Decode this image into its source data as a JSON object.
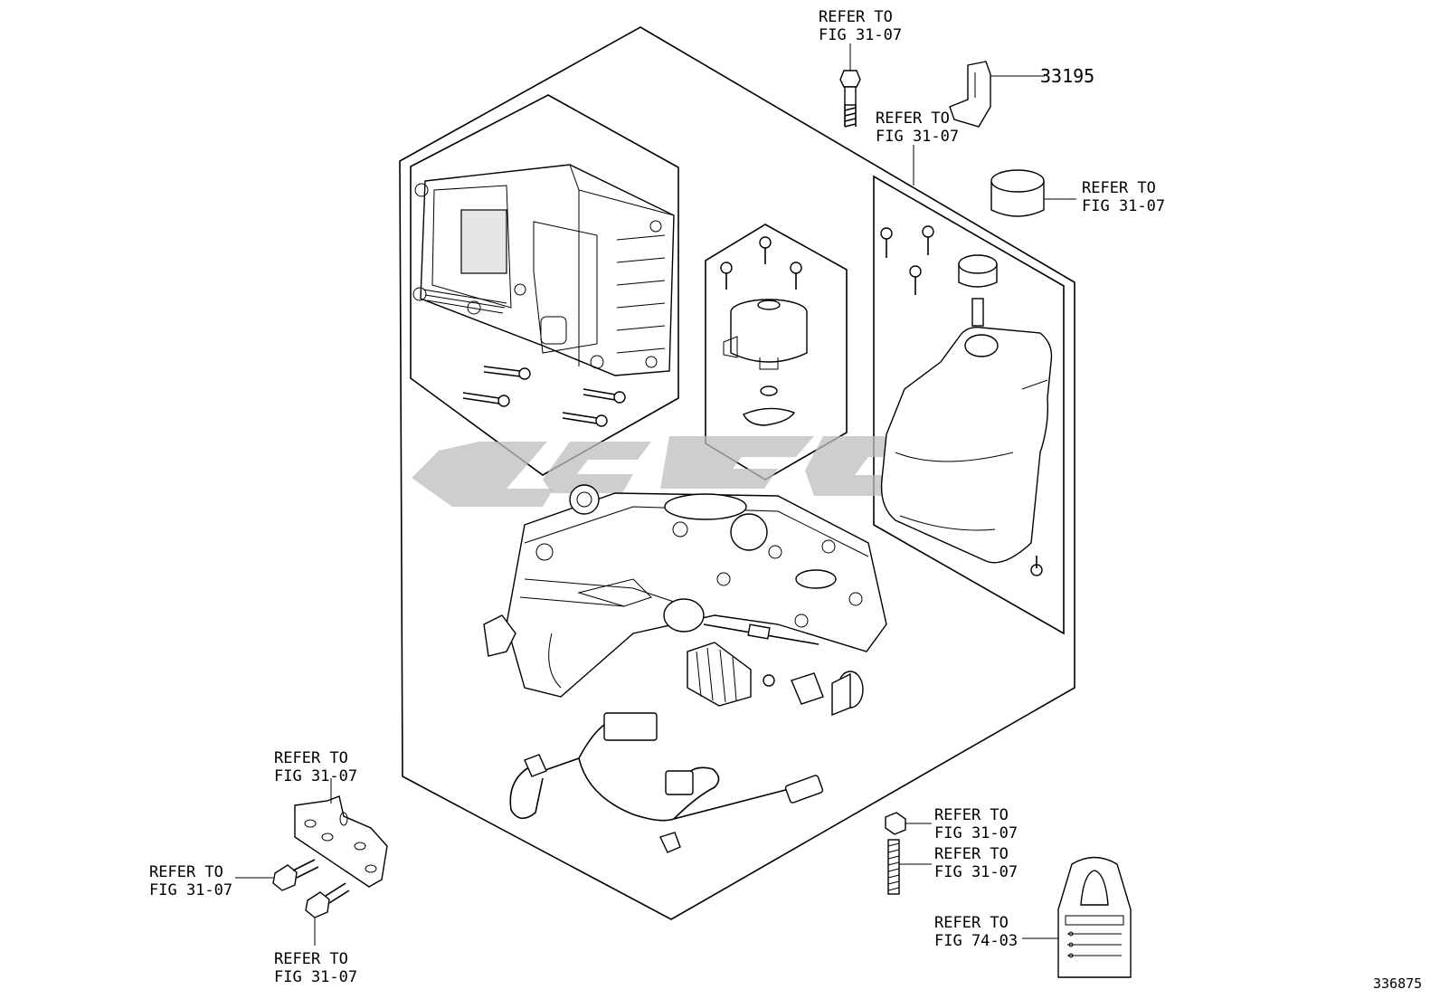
{
  "diagram_id": "336875",
  "part_number_label": "33195",
  "callouts": {
    "top_bolt": {
      "line1": "REFER TO",
      "line2": "FIG 31-07"
    },
    "bracket_33195": {
      "line1": "REFER TO",
      "line2": "FIG 31-07"
    },
    "cap": {
      "line1": "REFER TO",
      "line2": "FIG 31-07"
    },
    "plate": {
      "line1": "REFER TO",
      "line2": "FIG 31-07"
    },
    "left_bolt": {
      "line1": "REFER TO",
      "line2": "FIG 31-07"
    },
    "bottom_bolt": {
      "line1": "REFER TO",
      "line2": "FIG 31-07"
    },
    "nut": {
      "line1": "REFER TO",
      "line2": "FIG 31-07"
    },
    "stud": {
      "line1": "REFER TO",
      "line2": "FIG 31-07"
    },
    "tag": {
      "line1": "REFER TO",
      "line2": "FIG 74-03"
    }
  }
}
